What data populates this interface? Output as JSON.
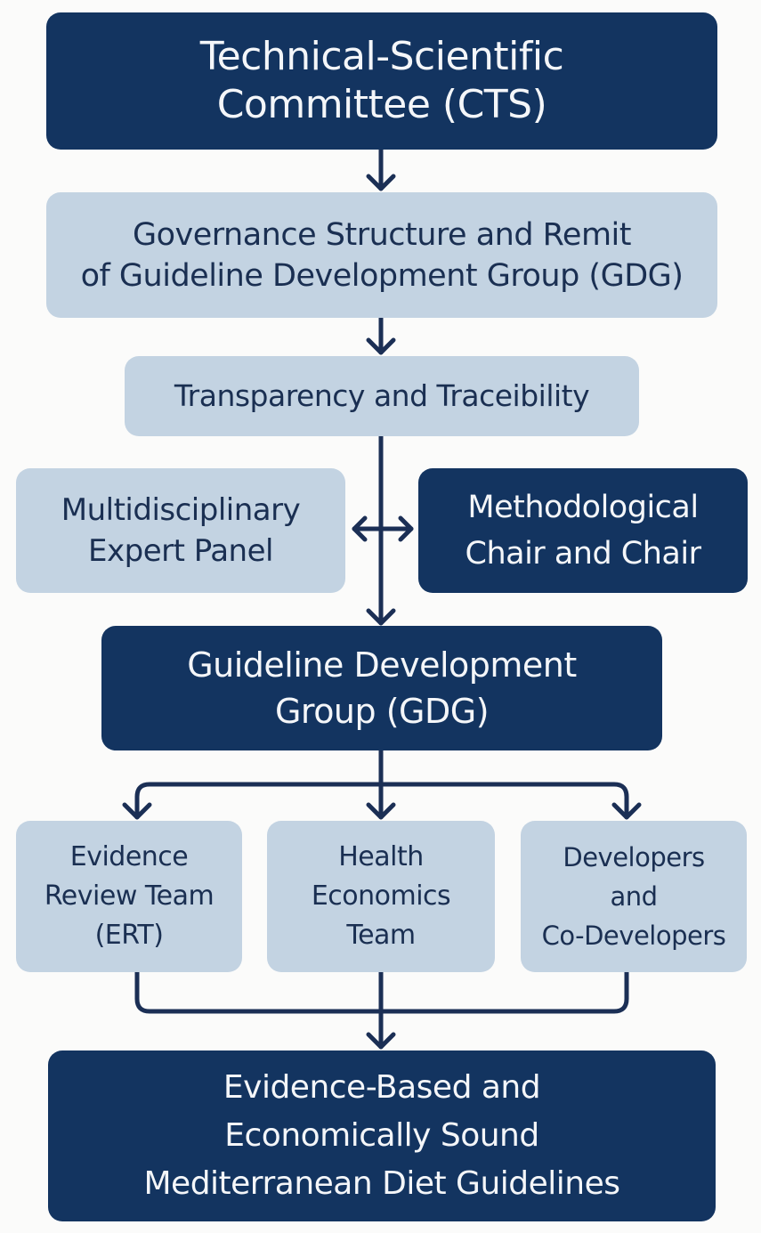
{
  "diagram": {
    "colors": {
      "dark_box": "#133460",
      "light_box": "#c3d3e2",
      "connector": "#1b2f55",
      "background": "#fbfbfa"
    },
    "nodes": {
      "cts": {
        "label": "Technical-Scientific\nCommittee (CTS)",
        "style": "dark"
      },
      "governance": {
        "label": "Governance Structure and Remit\nof Guideline Development Group (GDG)",
        "style": "light"
      },
      "transparency": {
        "label": "Transparency and Traceibility",
        "style": "light"
      },
      "expert_panel": {
        "label": "Multidisciplinary\nExpert Panel",
        "style": "light"
      },
      "chair": {
        "label": "Methodological\nChair and Chair",
        "style": "dark"
      },
      "gdg": {
        "label": "Guideline Development\nGroup (GDG)",
        "style": "dark"
      },
      "ert": {
        "label": "Evidence\nReview Team\n(ERT)",
        "style": "light"
      },
      "health_econ": {
        "label": "Health\nEconomics\nTeam",
        "style": "light"
      },
      "developers": {
        "label": "Developers\nand\nCo-Developers",
        "style": "light"
      },
      "output": {
        "label": "Evidence-Based and\nEconomically Sound\nMediterranean Diet Guidelines",
        "style": "dark"
      }
    },
    "edges": [
      {
        "from": "cts",
        "to": "governance",
        "type": "arrow"
      },
      {
        "from": "governance",
        "to": "transparency",
        "type": "arrow"
      },
      {
        "from": "transparency",
        "to": "gdg",
        "type": "arrow"
      },
      {
        "from": "expert_panel",
        "to": "chair",
        "type": "bidirectional"
      },
      {
        "from": "gdg",
        "to": "ert",
        "type": "arrow"
      },
      {
        "from": "gdg",
        "to": "health_econ",
        "type": "arrow"
      },
      {
        "from": "gdg",
        "to": "developers",
        "type": "arrow"
      },
      {
        "from": "ert",
        "to": "output",
        "type": "merge-arrow"
      },
      {
        "from": "health_econ",
        "to": "output",
        "type": "merge-arrow"
      },
      {
        "from": "developers",
        "to": "output",
        "type": "merge-arrow"
      }
    ]
  }
}
